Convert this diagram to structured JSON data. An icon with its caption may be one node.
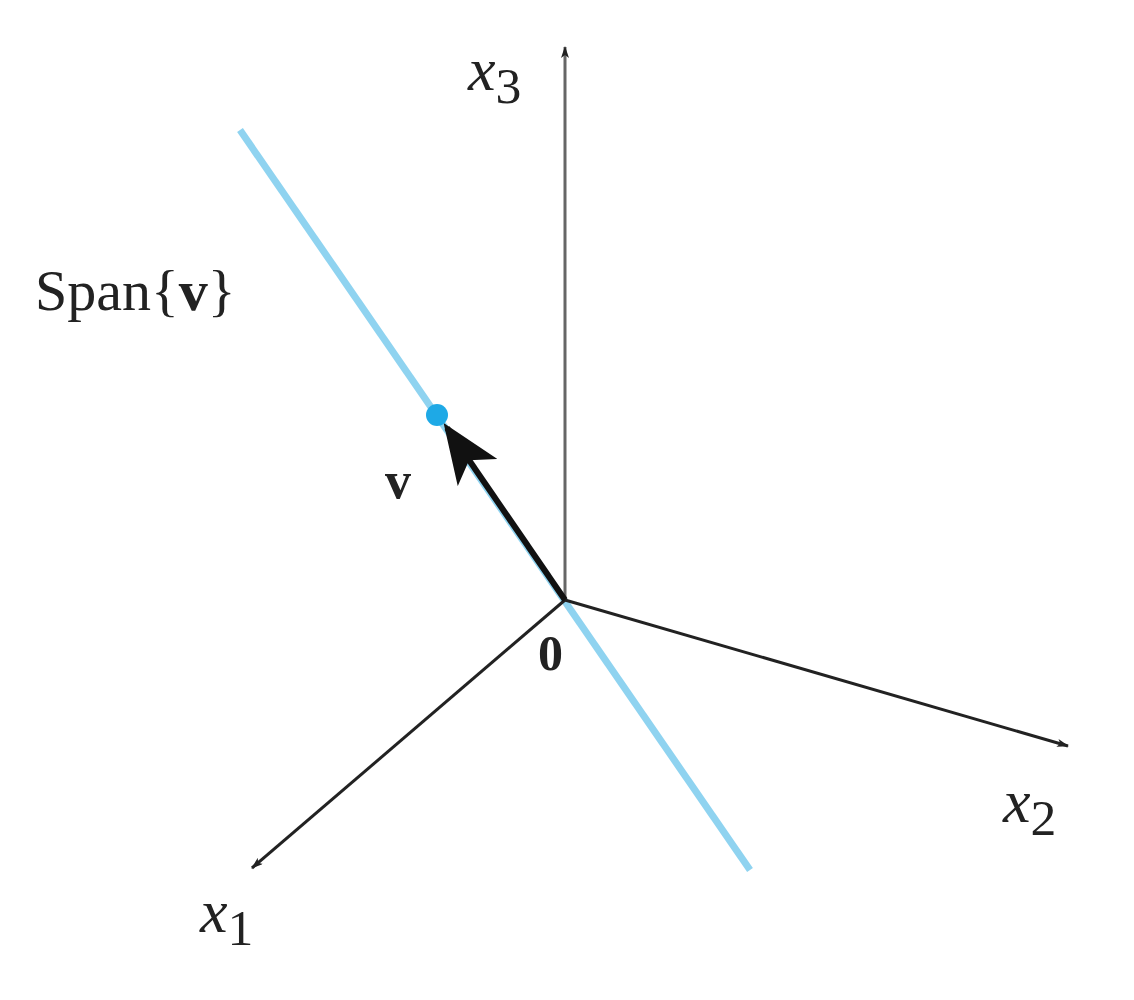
{
  "diagram": {
    "labels": [
      "*x*$_{3}$",
      "Span{**v**}",
      "**v**",
      "**0**",
      "*x*$_{2}$",
      "*x*$_{1}$"
    ]
  }
}
